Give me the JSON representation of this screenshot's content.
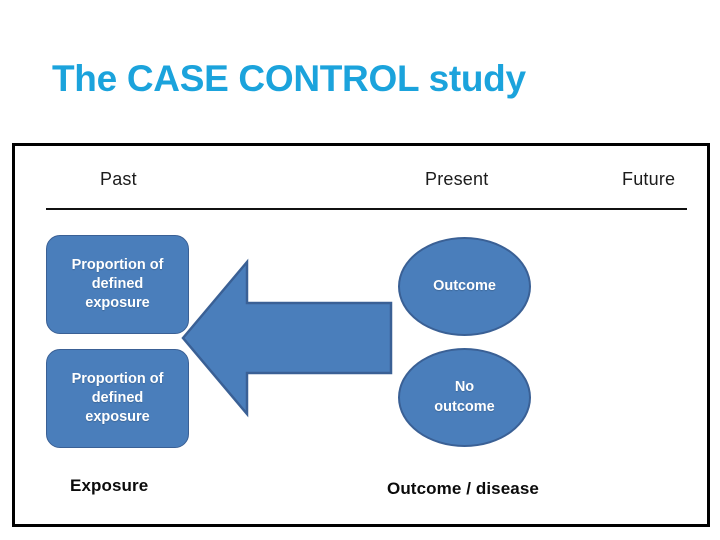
{
  "slide": {
    "title": "The CASE CONTROL study",
    "title_color": "#1BA3DC"
  },
  "diagram": {
    "frame_border_color": "#000000",
    "shape_fill_color": "#4A7EBB",
    "shape_border_color": "#3A6095",
    "shape_text_color": "#FFFFFF",
    "timeline": {
      "labels": [
        {
          "name": "past",
          "text": "Past"
        },
        {
          "name": "present",
          "text": "Present"
        },
        {
          "name": "future",
          "text": "Future"
        }
      ],
      "rule_color": "#111111"
    },
    "exposure_boxes": [
      {
        "line1": "Proportion of",
        "line2": "defined",
        "line3": "exposure"
      },
      {
        "line1": "Proportion of",
        "line2": "defined",
        "line3": "exposure"
      }
    ],
    "outcome_ellipses": [
      {
        "line1": "Outcome",
        "line2": ""
      },
      {
        "line1": "No",
        "line2": "outcome"
      }
    ],
    "arrow": {
      "icon": "left-block-arrow-icon",
      "direction": "left",
      "fill": "#4A7EBB",
      "stroke": "#3A6095"
    },
    "captions": {
      "left": "Exposure",
      "right": "Outcome / disease"
    }
  }
}
